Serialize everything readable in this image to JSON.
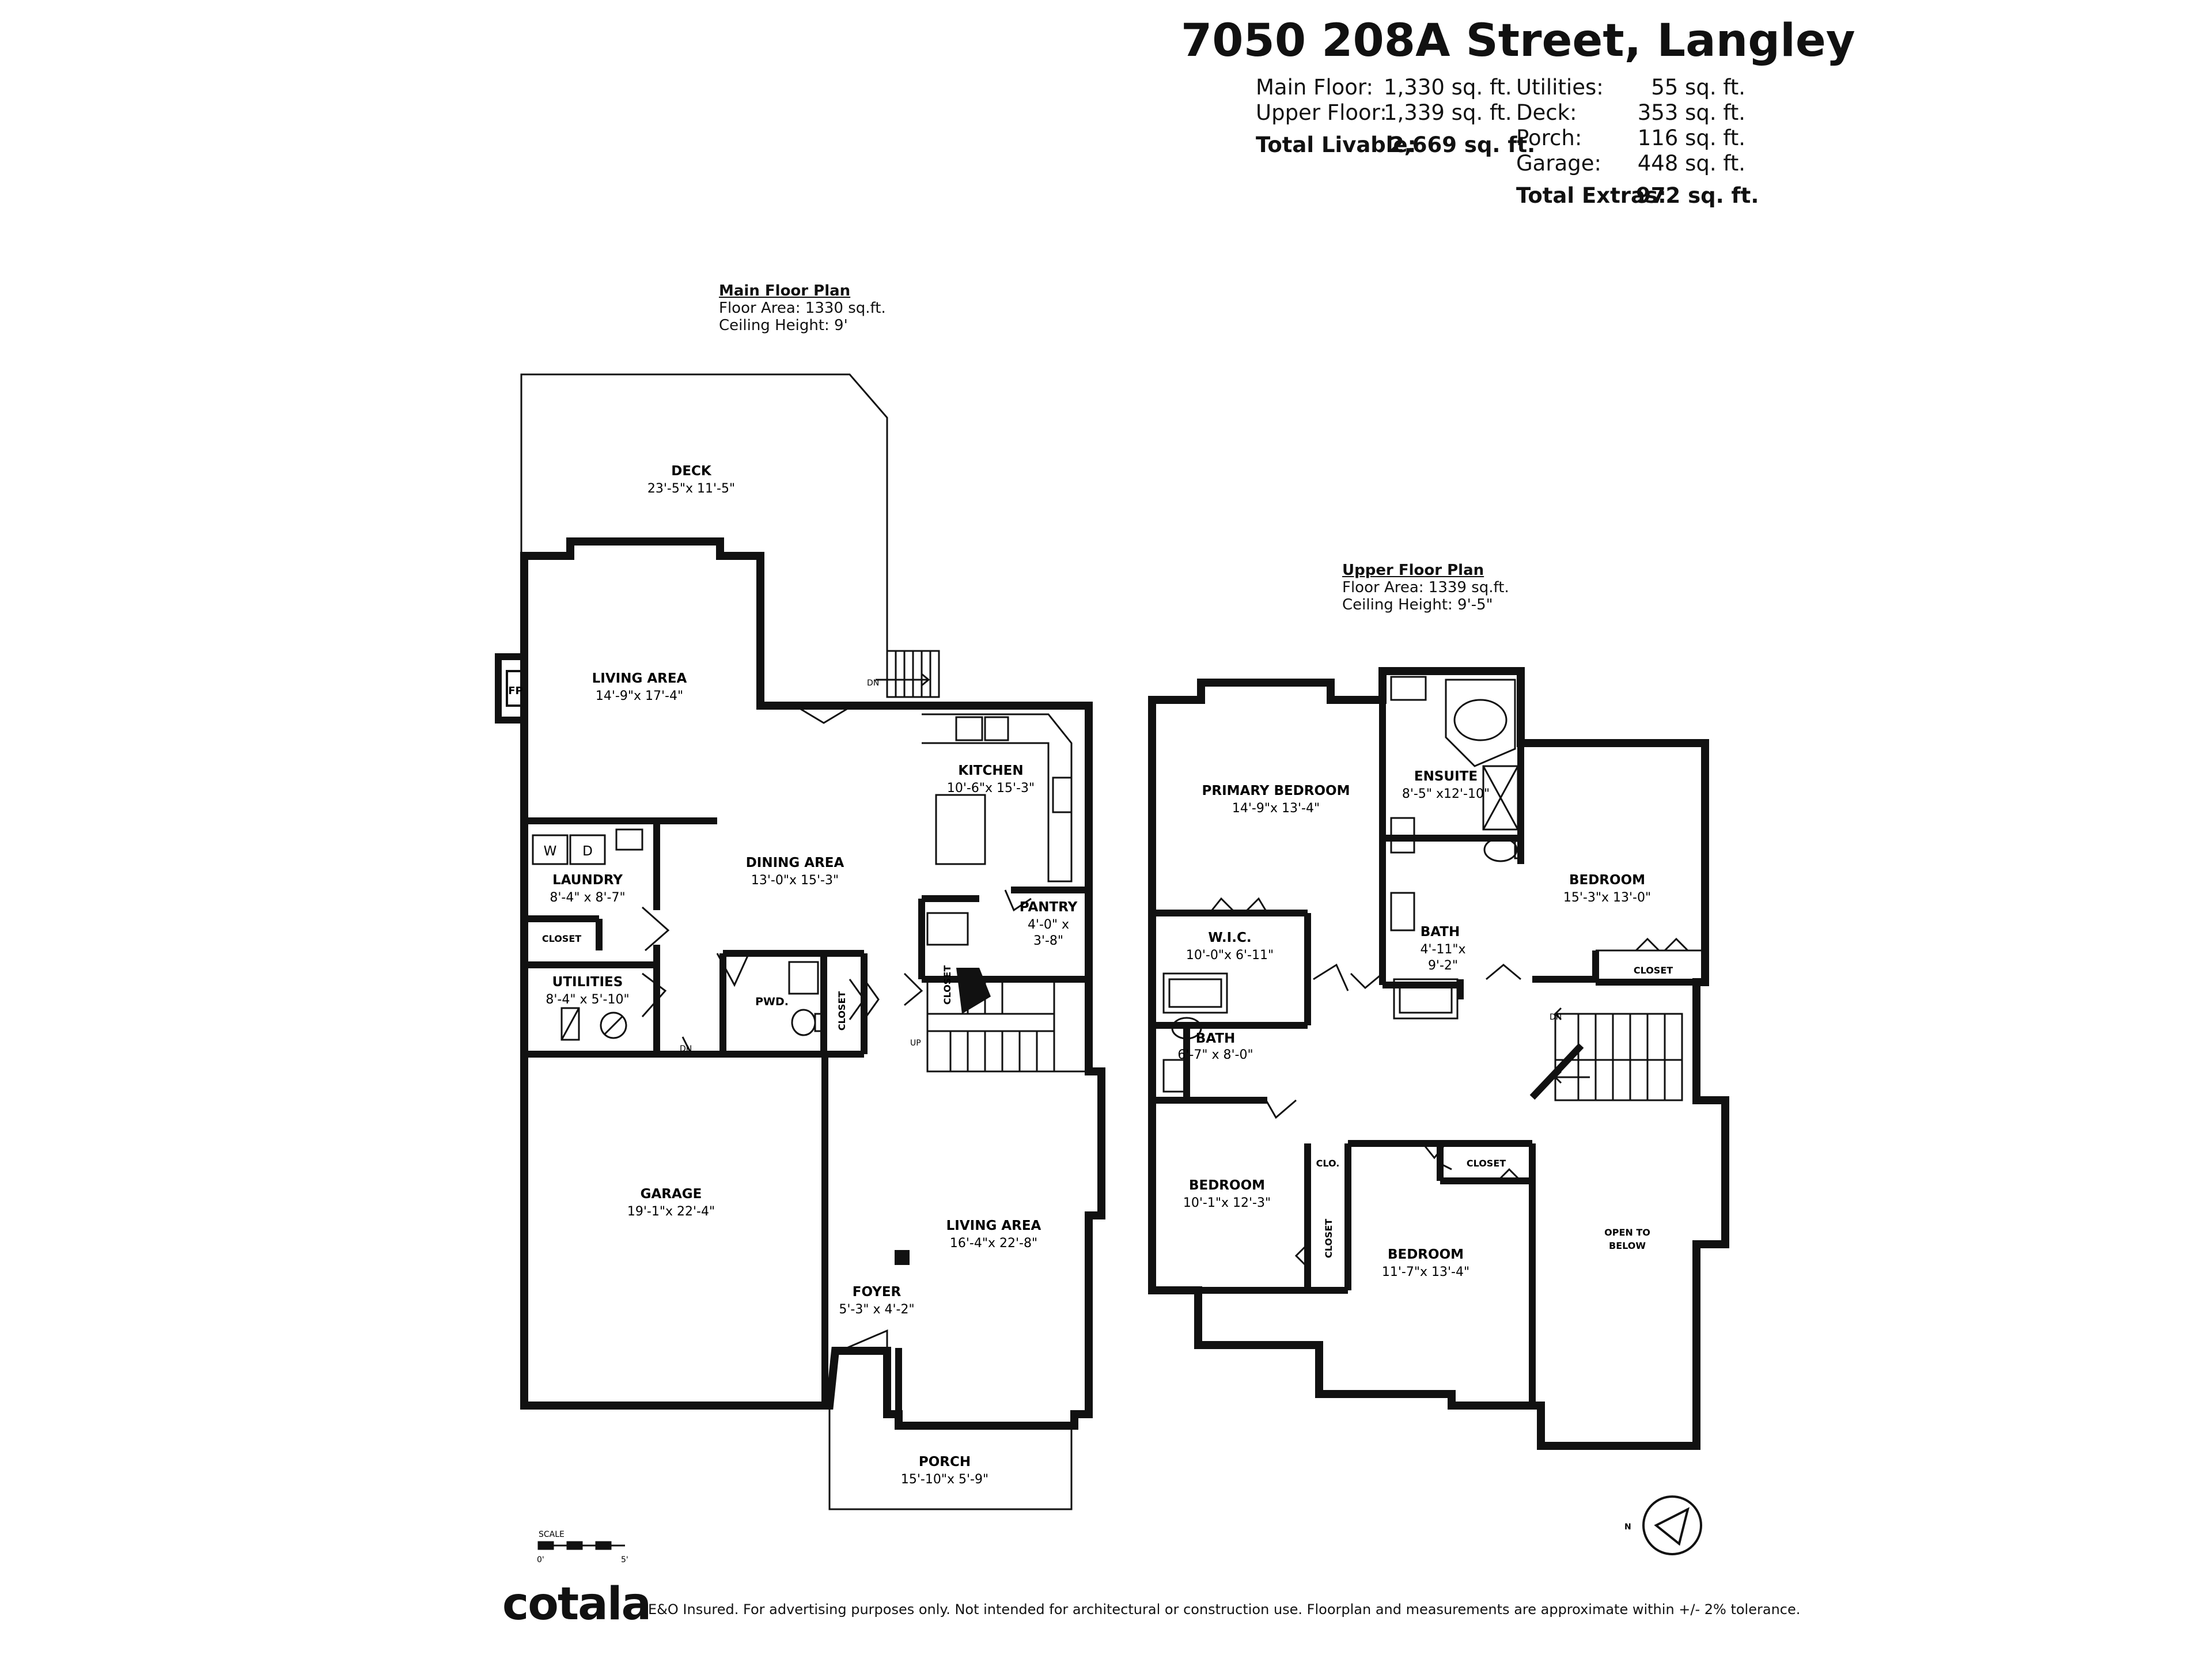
{
  "header": {
    "address": "7050 208A Street, Langley",
    "areas_left": [
      {
        "label": "Main Floor:",
        "value": "1,330 sq. ft."
      },
      {
        "label": "Upper Floor:",
        "value": "1,339 sq. ft."
      }
    ],
    "total_livable": {
      "label": "Total Livable:",
      "value": "2,669 sq. ft."
    },
    "areas_right": [
      {
        "label": "Utilities:",
        "value": "55 sq. ft."
      },
      {
        "label": "Deck:",
        "value": "353 sq. ft."
      },
      {
        "label": "Porch:",
        "value": "116 sq. ft."
      },
      {
        "label": "Garage:",
        "value": "448 sq. ft."
      }
    ],
    "total_extras": {
      "label": "Total Extras:",
      "value": "972 sq. ft."
    }
  },
  "main_plan": {
    "title": "Main Floor Plan",
    "floor_area": "Floor Area: 1330 sq.ft.",
    "ceiling_height": "Ceiling Height: 9'"
  },
  "upper_plan": {
    "title": "Upper Floor Plan",
    "floor_area": "Floor Area: 1339 sq.ft.",
    "ceiling_height": "Ceiling Height: 9'-5\""
  },
  "rooms_main": {
    "deck": {
      "name": "DECK",
      "dim": "23'-5\"x 11'-5\""
    },
    "living_top": {
      "name": "LIVING AREA",
      "dim": "14'-9\"x 17'-4\""
    },
    "kitchen": {
      "name": "KITCHEN",
      "dim": "10'-6\"x 15'-3\""
    },
    "dining": {
      "name": "DINING AREA",
      "dim": "13'-0\"x 15'-3\""
    },
    "laundry": {
      "name": "LAUNDRY",
      "dim": "8'-4\" x 8'-7\""
    },
    "closet_laundry": "CLOSET",
    "pantry": {
      "name": "PANTRY",
      "dim1": "4'-0\" x",
      "dim2": "3'-8\""
    },
    "utilities": {
      "name": "UTILITIES",
      "dim": "8'-4\" x 5'-10\""
    },
    "pwd": "PWD.",
    "closet_a": "CLOSET",
    "closet_b": "CLOSET",
    "garage": {
      "name": "GARAGE",
      "dim": "19'-1\"x 22'-4\""
    },
    "living_bottom": {
      "name": "LIVING AREA",
      "dim": "16'-4\"x 22'-8\""
    },
    "foyer": {
      "name": "FOYER",
      "dim": "5'-3\" x 4'-2\""
    },
    "porch": {
      "name": "PORCH",
      "dim": "15'-10\"x 5'-9\""
    },
    "fp": "FP",
    "dn1": "DN",
    "dn2": "DN",
    "up": "UP",
    "w": "W",
    "d": "D"
  },
  "rooms_upper": {
    "primary": {
      "name": "PRIMARY BEDROOM",
      "dim": "14'-9\"x 13'-4\""
    },
    "ensuite": {
      "name": "ENSUITE",
      "dim": "8'-5\" x12'-10\""
    },
    "bedroom_right": {
      "name": "BEDROOM",
      "dim": "15'-3\"x 13'-0\""
    },
    "wic": {
      "name": "W.I.C.",
      "dim": "10'-0\"x 6'-11\""
    },
    "bath_center": {
      "name": "BATH",
      "dim1": "4'-11\"x",
      "dim2": "9'-2\""
    },
    "bath_left": {
      "name": "BATH",
      "dim": "6'-7\" x 8'-0\""
    },
    "closet_right": "CLOSET",
    "bedroom_left": {
      "name": "BEDROOM",
      "dim": "10'-1\"x 12'-3\""
    },
    "clo": "CLO.",
    "closet_v": "CLOSET",
    "closet_top": "CLOSET",
    "bedroom_bottom": {
      "name": "BEDROOM",
      "dim": "11'-7\"x 13'-4\""
    },
    "open_below": {
      "line1": "OPEN TO",
      "line2": "BELOW"
    },
    "dn": "DN"
  },
  "scale": {
    "label": "SCALE",
    "zero": "0'",
    "five": "5'"
  },
  "compass": {
    "n": "N"
  },
  "footer": {
    "brand": "cotala",
    "disclaimer": "E&O Insured. For advertising purposes only. Not intended for architectural or construction use. Floorplan and measurements are approximate within +/- 2% tolerance."
  }
}
